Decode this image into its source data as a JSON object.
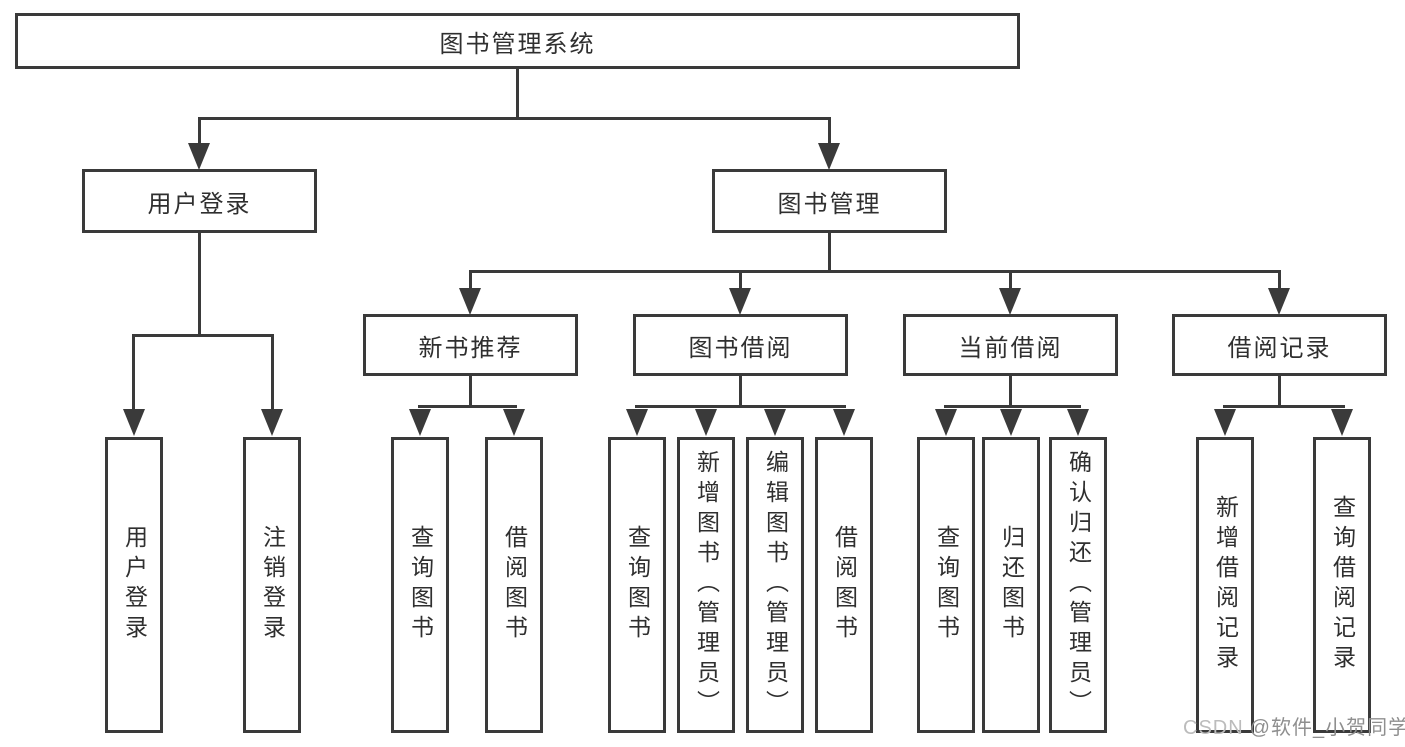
{
  "diagram": {
    "root": "图书管理系统",
    "level2": [
      "用户登录",
      "图书管理"
    ],
    "level3": [
      "新书推荐",
      "图书借阅",
      "当前借阅",
      "借阅记录"
    ],
    "leaves_user_login": [
      "用户登录",
      "注销登录"
    ],
    "leaves_new_book": [
      "查询图书",
      "借阅图书"
    ],
    "leaves_book_borrow": [
      "查询图书",
      "新增图书（管理员）",
      "编辑图书（管理员）",
      "借阅图书"
    ],
    "leaves_current_borrow": [
      "查询图书",
      "归还图书",
      "确认归还（管理员）"
    ],
    "leaves_borrow_records": [
      "新增借阅记录",
      "查询借阅记录"
    ]
  },
  "watermark": {
    "brand": "CSDN",
    "author": "@软件_小贺同学"
  },
  "colors": {
    "line": "#3a3a3a",
    "text": "#2f2f2f",
    "background": "#ffffff",
    "watermark_brand": "#bcbcbc",
    "watermark_author": "#8f8f8f"
  }
}
